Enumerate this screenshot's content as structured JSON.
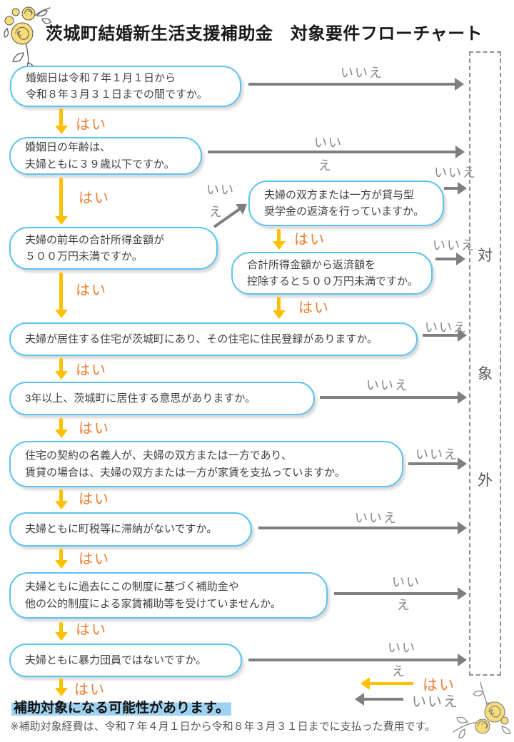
{
  "title": "茨城町結婚新生活支援補助金　対象要件フローチャート",
  "labels": {
    "yes": "はい",
    "no": "いいえ",
    "no_split": [
      "いい",
      "え"
    ]
  },
  "questions": [
    {
      "id": "marriage-date",
      "lines": [
        "婚姻日は令和７年１月１日から",
        "令和８年３月３１日までの間ですか。"
      ]
    },
    {
      "id": "age",
      "lines": [
        "婚姻日の年齢は、",
        "夫婦ともに３９歳以下ですか。"
      ]
    },
    {
      "id": "income",
      "lines": [
        "夫婦の前年の合計所得金額が",
        "５００万円未満ですか。"
      ]
    },
    {
      "id": "scholarship-repayment",
      "lines": [
        "夫婦の双方または一方が貸与型",
        "奨学金の返済を行っていますか。"
      ]
    },
    {
      "id": "income-after-deduction",
      "lines": [
        "合計所得金額から返済額を",
        "控除すると５００万円未満ですか。"
      ]
    },
    {
      "id": "residence-registration",
      "lines": [
        "夫婦が居住する住宅が茨城町にあり、その住宅に住民登録がありますか。"
      ]
    },
    {
      "id": "residence-intent",
      "lines": [
        "3年以上、茨城町に居住する意思がありますか。"
      ]
    },
    {
      "id": "contract-holder",
      "lines": [
        "住宅の契約の名義人が、夫婦の双方または一方であり、",
        "賃貸の場合は、夫婦の双方または一方が家賃を支払っていますか。"
      ]
    },
    {
      "id": "tax-delinquency",
      "lines": [
        "夫婦ともに町税等に滞納がないですか。"
      ]
    },
    {
      "id": "prior-subsidy",
      "lines": [
        "夫婦ともに過去にこの制度に基づく補助金や",
        "他の公的制度による家賃補助等を受けていませんか。"
      ]
    },
    {
      "id": "gang-membership",
      "lines": [
        "夫婦ともに暴力団員ではないですか。"
      ]
    }
  ],
  "exclusion": {
    "label": "対象外",
    "chars": [
      "対",
      "象",
      "外"
    ]
  },
  "legend": {
    "yes": "はい",
    "no": "いいえ"
  },
  "result": {
    "text": "補助対象になる可能性があります。"
  },
  "footnote": {
    "text": "※補助対象経費は、令和７年４月１日から令和８年３月３１日までに支払った費用です。"
  },
  "colors": {
    "yes_arrow": "#FFC000",
    "yes_text": "#ED7D31",
    "no_arrow": "#7F7F7F",
    "no_text": "#858585",
    "box_border": "#5BC3F0",
    "result_highlight": "#9FD2F0",
    "rose_fill": "#F6DC7A"
  }
}
